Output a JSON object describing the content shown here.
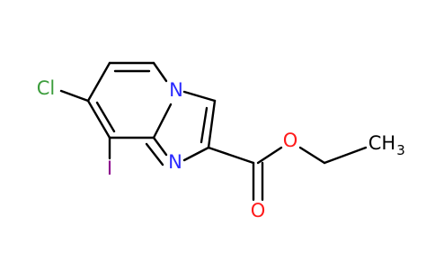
{
  "molecule": {
    "atoms": {
      "chlorine": "Cl",
      "iodine": "I",
      "ring_nitrogen_bridgehead": "N",
      "ring_nitrogen_imine": "N",
      "carbonyl_oxygen": "O",
      "ester_oxygen": "O",
      "methyl_prefix": "CH",
      "methyl_subscript": "3"
    },
    "colors": {
      "bond": "#000000",
      "chlorine": "#3c9d3c",
      "iodine": "#8c008c",
      "nitrogen": "#2a2aff",
      "oxygen": "#ff1a1a",
      "carbon_label": "#000000"
    }
  }
}
